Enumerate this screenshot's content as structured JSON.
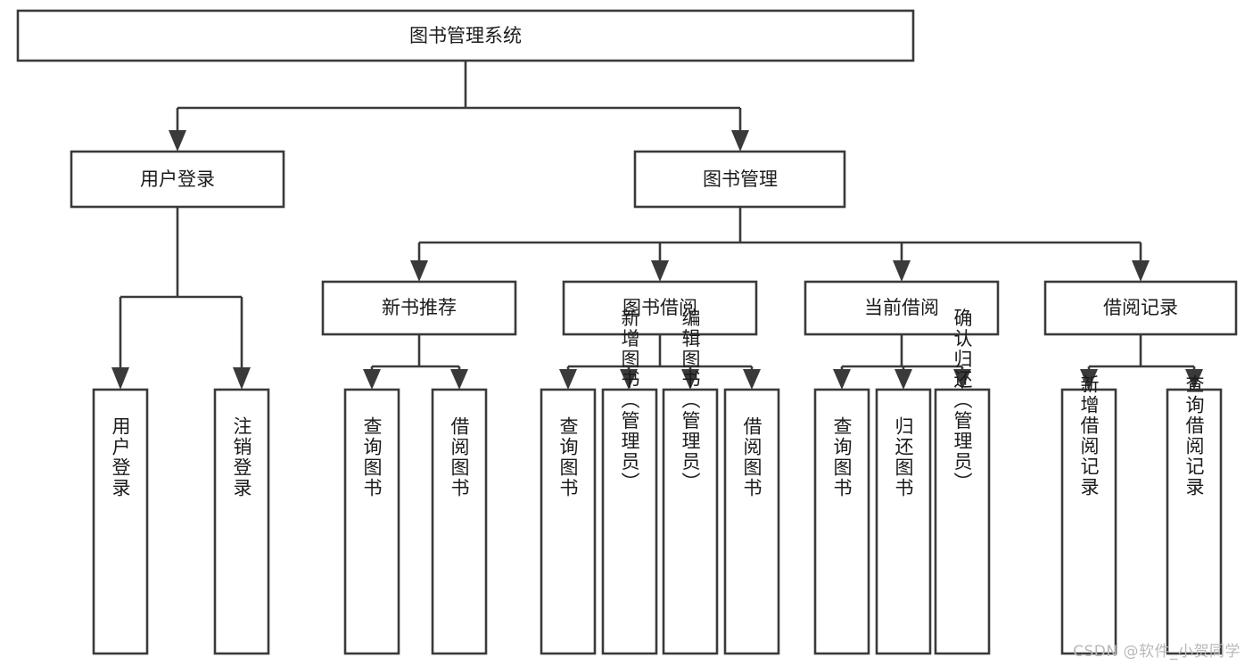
{
  "diagram": {
    "title": "图书管理系统",
    "type": "tree",
    "orientation": "top-down",
    "colors": {
      "box_stroke": "#3a3a3a",
      "box_fill": "#ffffff",
      "connector": "#3a3a3a",
      "text": "#1b1b1b",
      "background": "#ffffff",
      "watermark": "#b9b9b9"
    },
    "root": {
      "id": "root",
      "label": "图书管理系统"
    },
    "level2": [
      {
        "id": "user-login",
        "label": "用户登录"
      },
      {
        "id": "book-management",
        "label": "图书管理"
      }
    ],
    "level3": [
      {
        "id": "new-book-recommend",
        "label": "新书推荐",
        "parent": "book-management"
      },
      {
        "id": "book-borrow",
        "label": "图书借阅",
        "parent": "book-management"
      },
      {
        "id": "current-borrow",
        "label": "当前借阅",
        "parent": "book-management"
      },
      {
        "id": "borrow-record",
        "label": "借阅记录",
        "parent": "book-management"
      }
    ],
    "leaves": [
      {
        "id": "leaf-user-login",
        "label": "用户登录",
        "parent": "user-login"
      },
      {
        "id": "leaf-logout-login",
        "label": "注销登录",
        "parent": "user-login"
      },
      {
        "id": "leaf-query-book-1",
        "label": "查询图书",
        "parent": "new-book-recommend"
      },
      {
        "id": "leaf-borrow-book-1",
        "label": "借阅图书",
        "parent": "new-book-recommend"
      },
      {
        "id": "leaf-query-book-2",
        "label": "查询图书",
        "parent": "book-borrow"
      },
      {
        "id": "leaf-add-book",
        "label": "新增图书（管理员）",
        "parent": "book-borrow"
      },
      {
        "id": "leaf-edit-book",
        "label": "编辑图书（管理员）",
        "parent": "book-borrow"
      },
      {
        "id": "leaf-borrow-book-2",
        "label": "借阅图书",
        "parent": "book-borrow"
      },
      {
        "id": "leaf-query-book-3",
        "label": "查询图书",
        "parent": "current-borrow"
      },
      {
        "id": "leaf-return-book",
        "label": "归还图书",
        "parent": "current-borrow"
      },
      {
        "id": "leaf-confirm-return",
        "label": "确认归还（管理员）",
        "parent": "current-borrow"
      },
      {
        "id": "leaf-add-record",
        "label": "新增借阅记录",
        "parent": "borrow-record"
      },
      {
        "id": "leaf-query-record",
        "label": "查询借阅记录",
        "parent": "borrow-record"
      }
    ]
  },
  "watermark": {
    "text": "CSDN @软件_小贺同学"
  }
}
